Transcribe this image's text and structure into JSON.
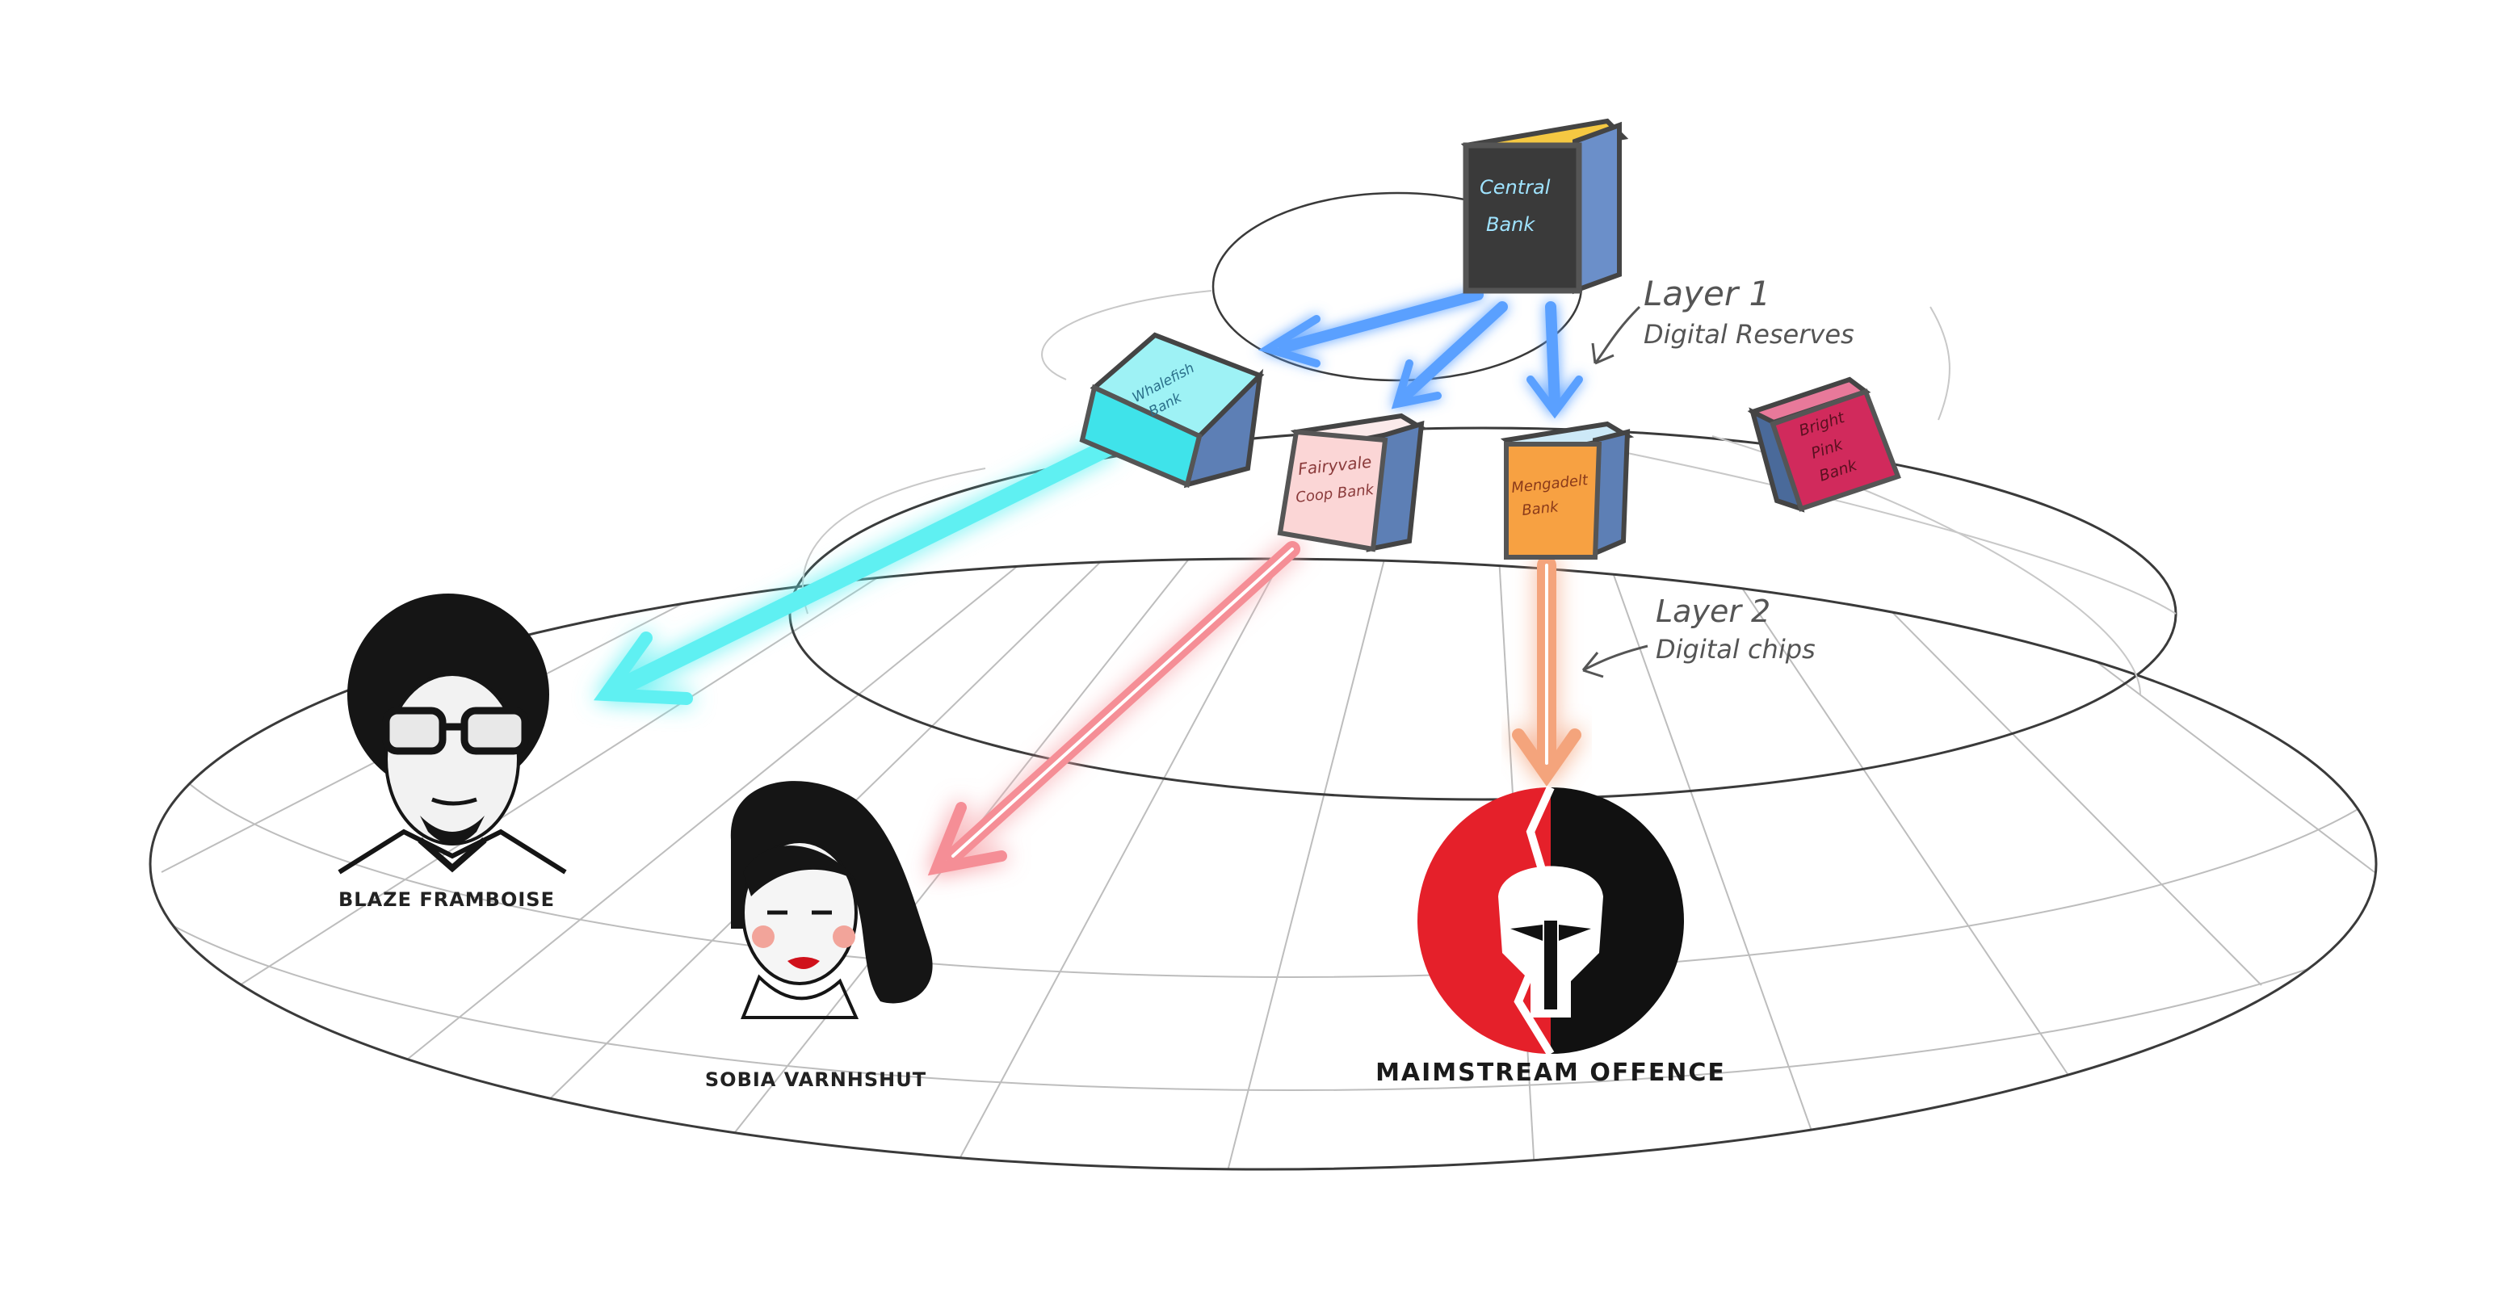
{
  "banks": {
    "central": {
      "line1": "Central",
      "line2": "Bank",
      "front_color": "#3a3a3a",
      "top_color": "#f5c842",
      "side_color": "#6b8fc9",
      "text_color": "#9fe3ff"
    },
    "whalefish": {
      "line1": "Whalefish",
      "line2": "Bank",
      "front_color": "#3fe3ea",
      "top_color": "#9ef2f5",
      "side_color": "#5d7fb5",
      "text_color": "#2a6f8a"
    },
    "fairyvale": {
      "line1": "Fairyvale",
      "line2": "Coop Bank",
      "front_color": "#fbd6d6",
      "top_color": "#fbeaea",
      "side_color": "#5d7fb5",
      "text_color": "#8a3a3a"
    },
    "mengadelt": {
      "line1": "Mengadelt",
      "line2": "Bank",
      "front_color": "#f7a142",
      "top_color": "#cde9f7",
      "side_color": "#5d7fb5",
      "text_color": "#8a3a1a"
    },
    "brightpink": {
      "line1": "Bright",
      "line2": "Pink",
      "line3": "Bank",
      "front_color": "#d12a5c",
      "top_color": "#e8799a",
      "side_color": "#4a6a9a",
      "text_color": "#5a1020"
    }
  },
  "annotations": {
    "layer1": {
      "line1": "Layer 1",
      "line2": "Digital Reserves"
    },
    "layer2": {
      "line1": "Layer 2",
      "line2": "Digital chips"
    }
  },
  "people": {
    "blaze": {
      "name": "BLAZE FRAMBOISE"
    },
    "sobia": {
      "name": "SOBIA VARNHSHUT"
    }
  },
  "organization": {
    "name": "MAIMSTREAM OFFENCE",
    "red": "#e5202a",
    "black": "#111111"
  },
  "colors": {
    "blue_arrow": "#5aa0ff",
    "cyan_arrow": "#5ff0f2",
    "pink_arrow": "#f58e96",
    "orange_arrow": "#f4a47c",
    "grid_line": "#b8b8b8",
    "ellipse_line": "#444444"
  }
}
